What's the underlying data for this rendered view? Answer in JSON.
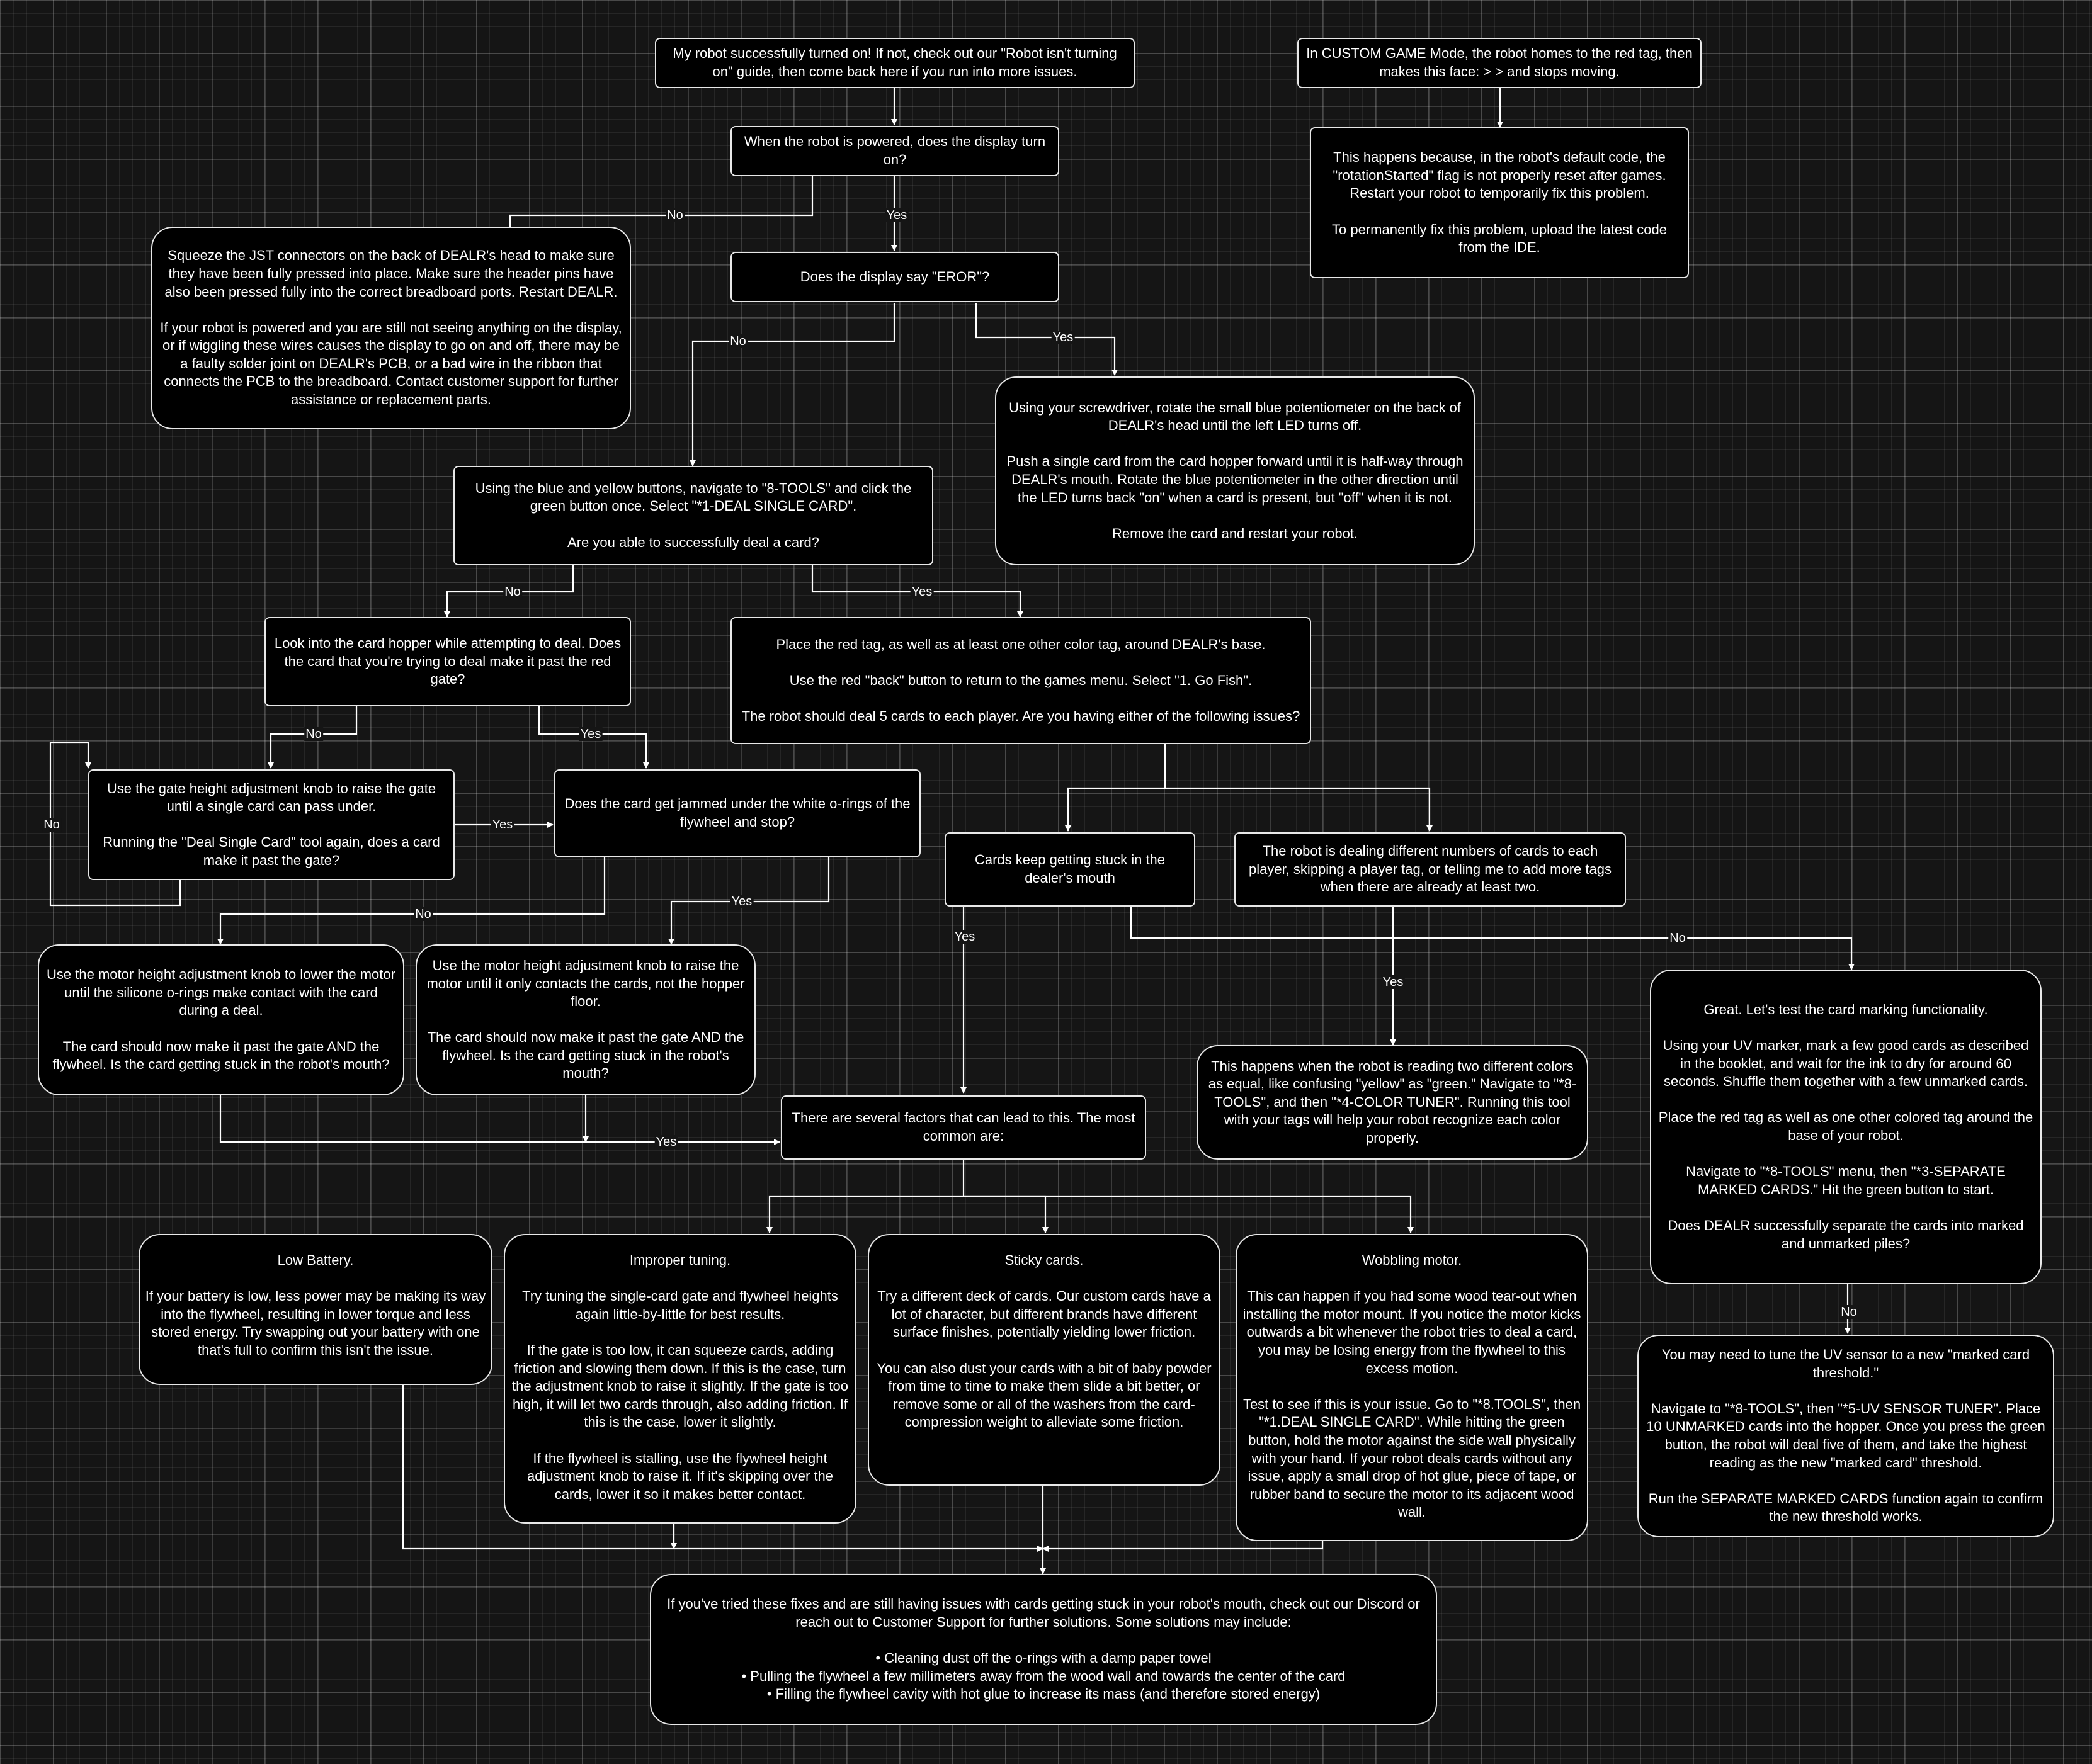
{
  "nodes": {
    "start": "My robot successfully turned on! If not, check out our \"Robot isn't turning on\" guide, then come back here if you run into more issues.",
    "custom": "In CUSTOM GAME Mode, the robot homes to the red tag, then makes this face: >  > and stops moving.",
    "rotation": "This happens because, in the robot's default code, the \"rotationStarted\" flag is not properly reset after games. Restart your robot to temporarily fix this problem.\n\nTo permanently fix this problem, upload the latest code from the IDE.",
    "display_on": "When the robot is powered, does the display turn on?",
    "jst": "Squeeze the JST connectors on the back of DEALR's head to make sure they have been fully pressed into place. Make sure the header pins have also been pressed fully into the correct breadboard ports. Restart DEALR.\n\nIf your robot is powered and you are still not seeing anything on the display, or if wiggling these wires causes the display to go on and off, there may be a faulty solder joint on DEALR's PCB, or a bad wire in the ribbon that connects the PCB to the breadboard. Contact customer support for further assistance or replacement parts.",
    "eror": "Does the display say \"EROR\"?",
    "potentiometer": "Using your screwdriver, rotate the small blue potentiometer on the back of DEALR's head until the left LED turns off.\n\nPush a single card from the card hopper forward until it is half-way through DEALR's mouth. Rotate the blue potentiometer in the other direction until the LED turns back \"on\" when a card is present, but \"off\" when it is not.\n\nRemove the card and restart your robot.",
    "tools": "Using the blue and yellow buttons, navigate to \"8-TOOLS\" and click the green button once. Select \"*1-DEAL SINGLE CARD\".\n\nAre you able to successfully deal a card?",
    "hopper": "Look into the card hopper while attempting to deal. Does the card that you're trying to deal make it past the red gate?",
    "gofish": "Place the red tag, as well as at least one other color tag, around DEALR's base.\n\nUse the red \"back\" button to return to the games menu. Select \"1. Go Fish\".\n\nThe robot should deal 5 cards to each player. Are you having either of the following issues?",
    "gate_knob": "Use the gate height adjustment knob to raise the gate until a single card can pass under.\n\nRunning the \"Deal Single Card\" tool again, does a card make it past the gate?",
    "jammed": "Does the card get jammed under the white o-rings of the flywheel and stop?",
    "stuck": "Cards keep getting stuck in the dealer's mouth",
    "numbers": "The robot is dealing different numbers of cards to each player, skipping a player tag, or telling me to add more tags when there are already at least two.",
    "motor_lower": "Use the motor height adjustment knob to lower the motor until the silicone o-rings make contact with the card during a deal.\n\nThe card should now make it past the gate AND the flywheel. Is the card getting stuck in the robot's mouth?",
    "motor_raise": "Use the motor height adjustment knob to raise the motor until it only contacts the cards, not the hopper floor.\n\nThe card should now make it past the gate AND the flywheel. Is the card getting stuck in the robot's mouth?",
    "color_tuner": "This happens when the robot is reading two different colors as equal, like confusing \"yellow\" as \"green.\" Navigate to \"*8-TOOLS\", and then \"*4-COLOR TUNER\". Running this tool with your tags will help your robot recognize each color properly.",
    "marking": "Great. Let's test the card marking functionality.\n\nUsing your UV marker, mark a few good cards as described in the booklet, and wait for the ink to dry for around 60 seconds. Shuffle them together with a few unmarked cards.\n\nPlace the red tag as well as one other colored tag around the base of your robot.\n\nNavigate to \"*8-TOOLS\" menu, then \"*3-SEPARATE MARKED CARDS.\" Hit the green button to start.\n\nDoes DEALR successfully separate the cards into marked and unmarked piles?",
    "factors": "There are several factors that can lead to this. The most common are:",
    "battery": "Low Battery.\n\nIf your battery is low, less power may be making its way into the flywheel, resulting in lower torque and less stored energy. Try swapping out your battery with one that's full to confirm this isn't the issue.",
    "tuning": "Improper tuning.\n\nTry tuning the single-card gate and flywheel heights again little-by-little for best results.\n\nIf the gate is too low, it can squeeze cards, adding friction and slowing them down. If this is the case, turn the adjustment knob to raise it slightly. If the gate is too high, it will let two cards through, also adding friction. If this is the case, lower it slightly.\n\nIf the flywheel is stalling, use the flywheel height adjustment knob to raise it. If it's skipping over the cards, lower it so it makes better contact.",
    "sticky": "Sticky cards.\n\nTry a different deck of cards. Our custom cards have a lot of character, but different brands have different surface finishes, potentially yielding lower friction.\n\nYou can also dust your cards with a bit of baby powder from time to time to make them slide a bit better, or remove some or all of the washers from the card-compression weight to alleviate some friction.",
    "wobbling": "Wobbling motor.\n\nThis can happen if you had some wood tear-out when installing the motor mount. If you notice the motor kicks outwards a bit whenever the robot tries to deal a card, you may be losing energy from the flywheel to this excess motion.\n\nTest to see if this is your issue. Go to \"*8.TOOLS\", then \"*1.DEAL SINGLE CARD\". While hitting the green button, hold the motor against the side wall physically with your hand. If your robot deals cards without any issue, apply a small drop of hot glue, piece of tape, or rubber band to secure the motor to its adjacent wood wall.",
    "uv_tuner": "You may need to tune the UV sensor to a new \"marked card threshold.\"\n\nNavigate to \"*8-TOOLS\", then \"*5-UV SENSOR TUNER\". Place 10 UNMARKED cards into the hopper. Once you press the green button, the robot will deal five of them, and take the highest reading as the new \"marked card\" threshold.\n\nRun the SEPARATE MARKED CARDS function again to confirm the new threshold works.",
    "final": "If you've tried these fixes and are still having issues with cards getting stuck in your robot's mouth, check out our Discord or reach out to Customer Support for further solutions. Some solutions may include:\n\n• Cleaning dust off the o-rings with a damp paper towel\n• Pulling the flywheel a few millimeters away from the wood wall and towards the center of the card\n• Filling the flywheel cavity with hot glue to increase its mass (and therefore stored energy)"
  },
  "edge_labels": {
    "no1": "No",
    "yes1": "Yes",
    "no2": "No",
    "yes2": "Yes",
    "no3": "No",
    "yes3": "Yes",
    "no4": "No",
    "yes4": "Yes",
    "no5": "No",
    "yes5": "Yes",
    "no6": "No",
    "yes6": "Yes",
    "yes7": "Yes",
    "yes8": "Yes",
    "no7": "No",
    "yes9": "Yes",
    "no8": "No"
  }
}
